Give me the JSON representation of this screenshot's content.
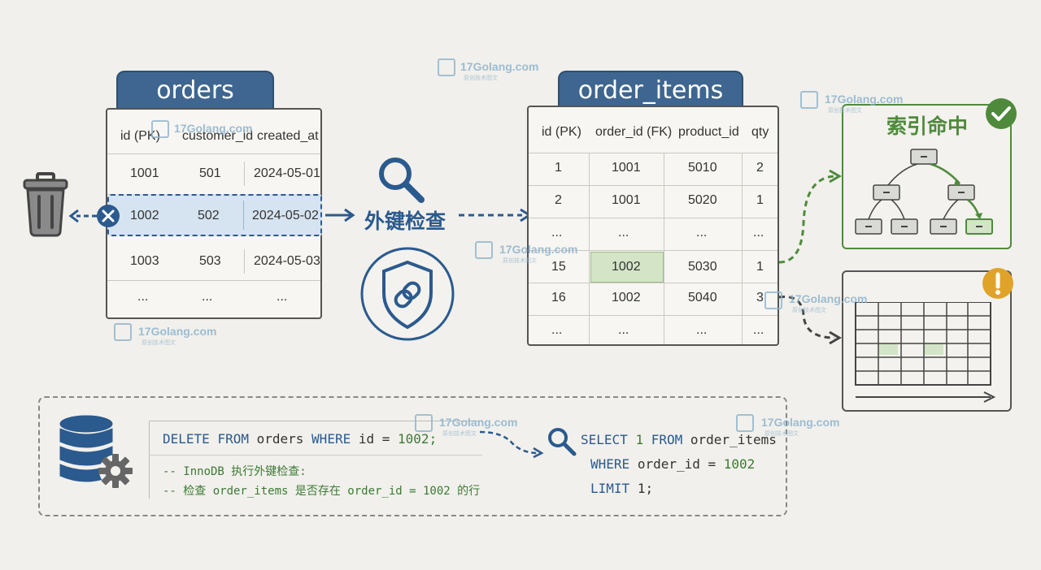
{
  "orders": {
    "title": "orders",
    "headers": [
      "id (PK)",
      "customer_id",
      "created_at"
    ],
    "rows": [
      [
        "1001",
        "501",
        "2024-05-01"
      ],
      [
        "1002",
        "502",
        "2024-05-02"
      ],
      [
        "1003",
        "503",
        "2024-05-03"
      ],
      [
        "...",
        "...",
        "..."
      ]
    ]
  },
  "order_items": {
    "title": "order_items",
    "headers": [
      "id (PK)",
      "order_id (FK)",
      "product_id",
      "qty"
    ],
    "rows": [
      [
        "1",
        "1001",
        "5010",
        "2"
      ],
      [
        "2",
        "1001",
        "5020",
        "1"
      ],
      [
        "...",
        "...",
        "...",
        "..."
      ],
      [
        "15",
        "1002",
        "5030",
        "1"
      ],
      [
        "16",
        "1002",
        "5040",
        "3"
      ],
      [
        "...",
        "...",
        "...",
        "..."
      ]
    ]
  },
  "fk_check_label": "外键检查",
  "index_hit_label": "索引命中",
  "sql": {
    "delete_line": [
      "DELETE",
      "FROM",
      "orders",
      "WHERE",
      "id =",
      "1002;"
    ],
    "comment1": "-- InnoDB 执行外键检查:",
    "comment2": "-- 检查 order_items 是否存在 order_id = 1002 的行",
    "select_line1": [
      "SELECT",
      "1",
      "FROM",
      "order_items"
    ],
    "select_line2": [
      "WHERE",
      "order_id =",
      "1002"
    ],
    "select_line3": [
      "LIMIT",
      "1;"
    ]
  },
  "watermark": {
    "text": "17Golang.com",
    "sub": "原创技术图文"
  },
  "colors": {
    "primary_blue": "#2b5a8e",
    "highlight_row": "#d6e3f0",
    "green": "#4f8a3c",
    "warning": "#e0a32a",
    "delete_red_x": "#2b5a8e"
  }
}
